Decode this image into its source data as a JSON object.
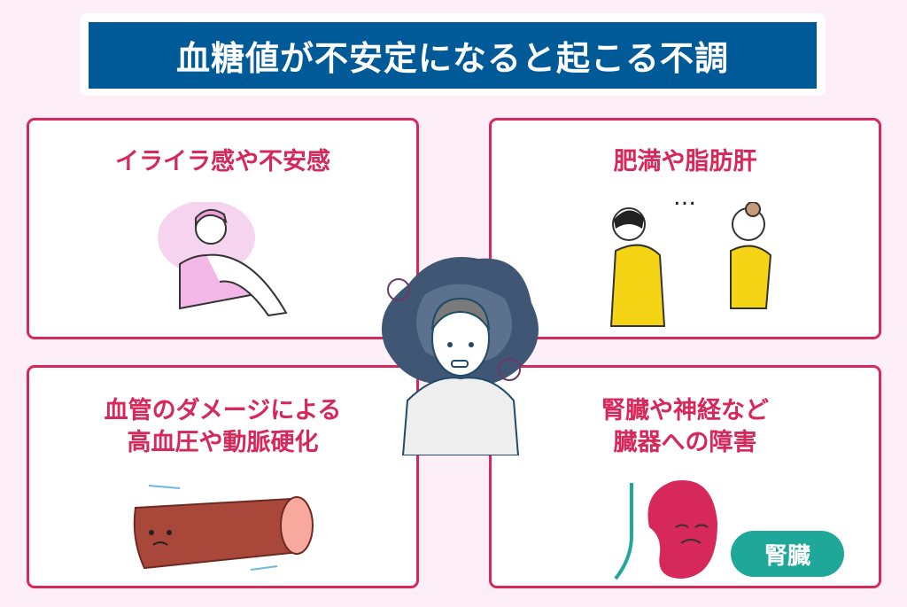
{
  "title": "血糖値が不安定になると起こる不調",
  "cards": [
    {
      "label": "イライラ感や不安感"
    },
    {
      "label": "肥満や脂肪肝",
      "ellipsis": "…"
    },
    {
      "label_line1": "血管のダメージによる",
      "label_line2": "高血圧や動脈硬化"
    },
    {
      "label_line1": "腎臓や神経など",
      "label_line2": "臓器への障害",
      "badge": "腎臓"
    }
  ],
  "colors": {
    "accent": "#d6285a",
    "title_bg": "#005a98",
    "badge": "#1fa89a",
    "background": "#fdeef7"
  }
}
